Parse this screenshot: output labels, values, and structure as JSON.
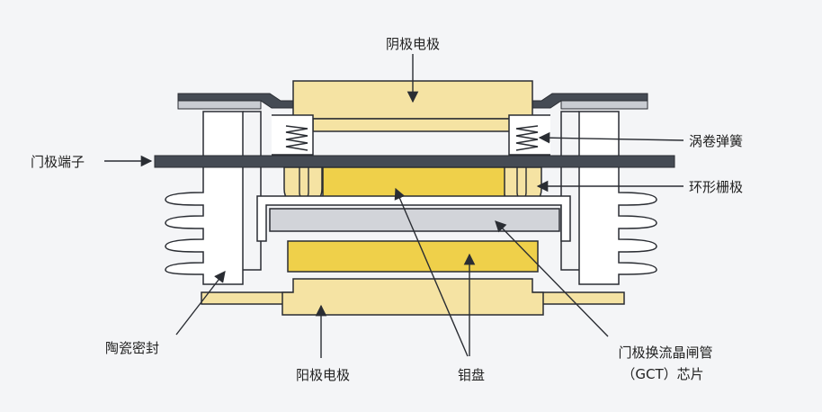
{
  "labels": {
    "cathode": "阴极电极",
    "gate_terminal": "门极端子",
    "spiral_spring": "涡卷弹簧",
    "ring_gate": "环形栅极",
    "ceramic_seal": "陶瓷密封",
    "anode": "阳极电极",
    "molybdenum_disc": "钼盘",
    "gct_line1": "门极换流晶闸管",
    "gct_line2": "（GCT）芯片"
  },
  "colors": {
    "background": "#f4f5f7",
    "copper": "#f5e3a3",
    "molybdenum": "#efd04a",
    "ceramic": "#ffffff",
    "wafer": "#d2d4d9",
    "metal": "#454b54",
    "outline": "#2a2d33"
  }
}
